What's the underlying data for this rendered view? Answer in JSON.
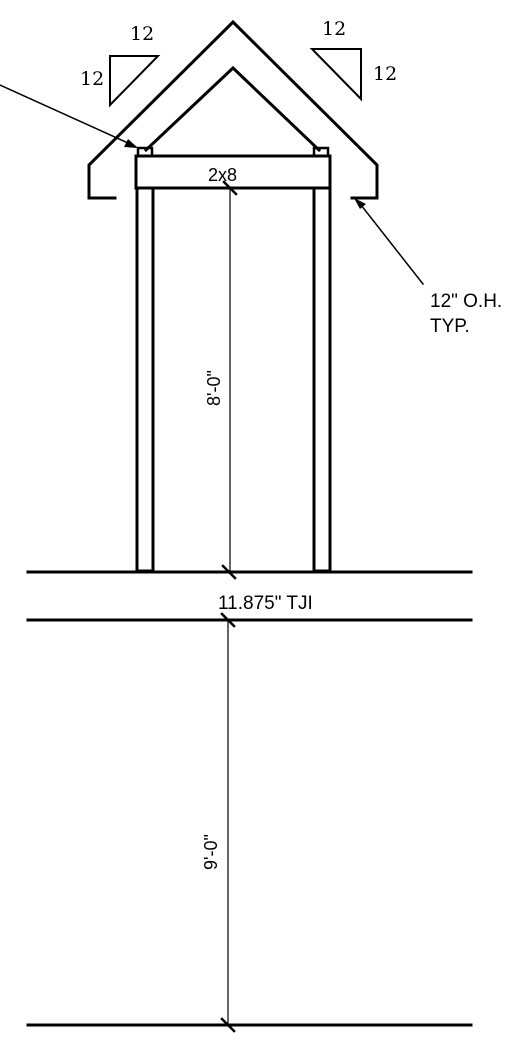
{
  "pitch_left": {
    "rise": "12",
    "run": "12"
  },
  "pitch_right": {
    "rise": "12",
    "run": "12"
  },
  "labels": {
    "header": "2x8",
    "upper_height": "8'-0\"",
    "floor_joist": "11.875\" TJI",
    "lower_height": "9'-0\"",
    "overhang_line1": "12\" O.H.",
    "overhang_line2": "TYP."
  },
  "colors": {
    "line": "#000000",
    "background": "#ffffff"
  }
}
